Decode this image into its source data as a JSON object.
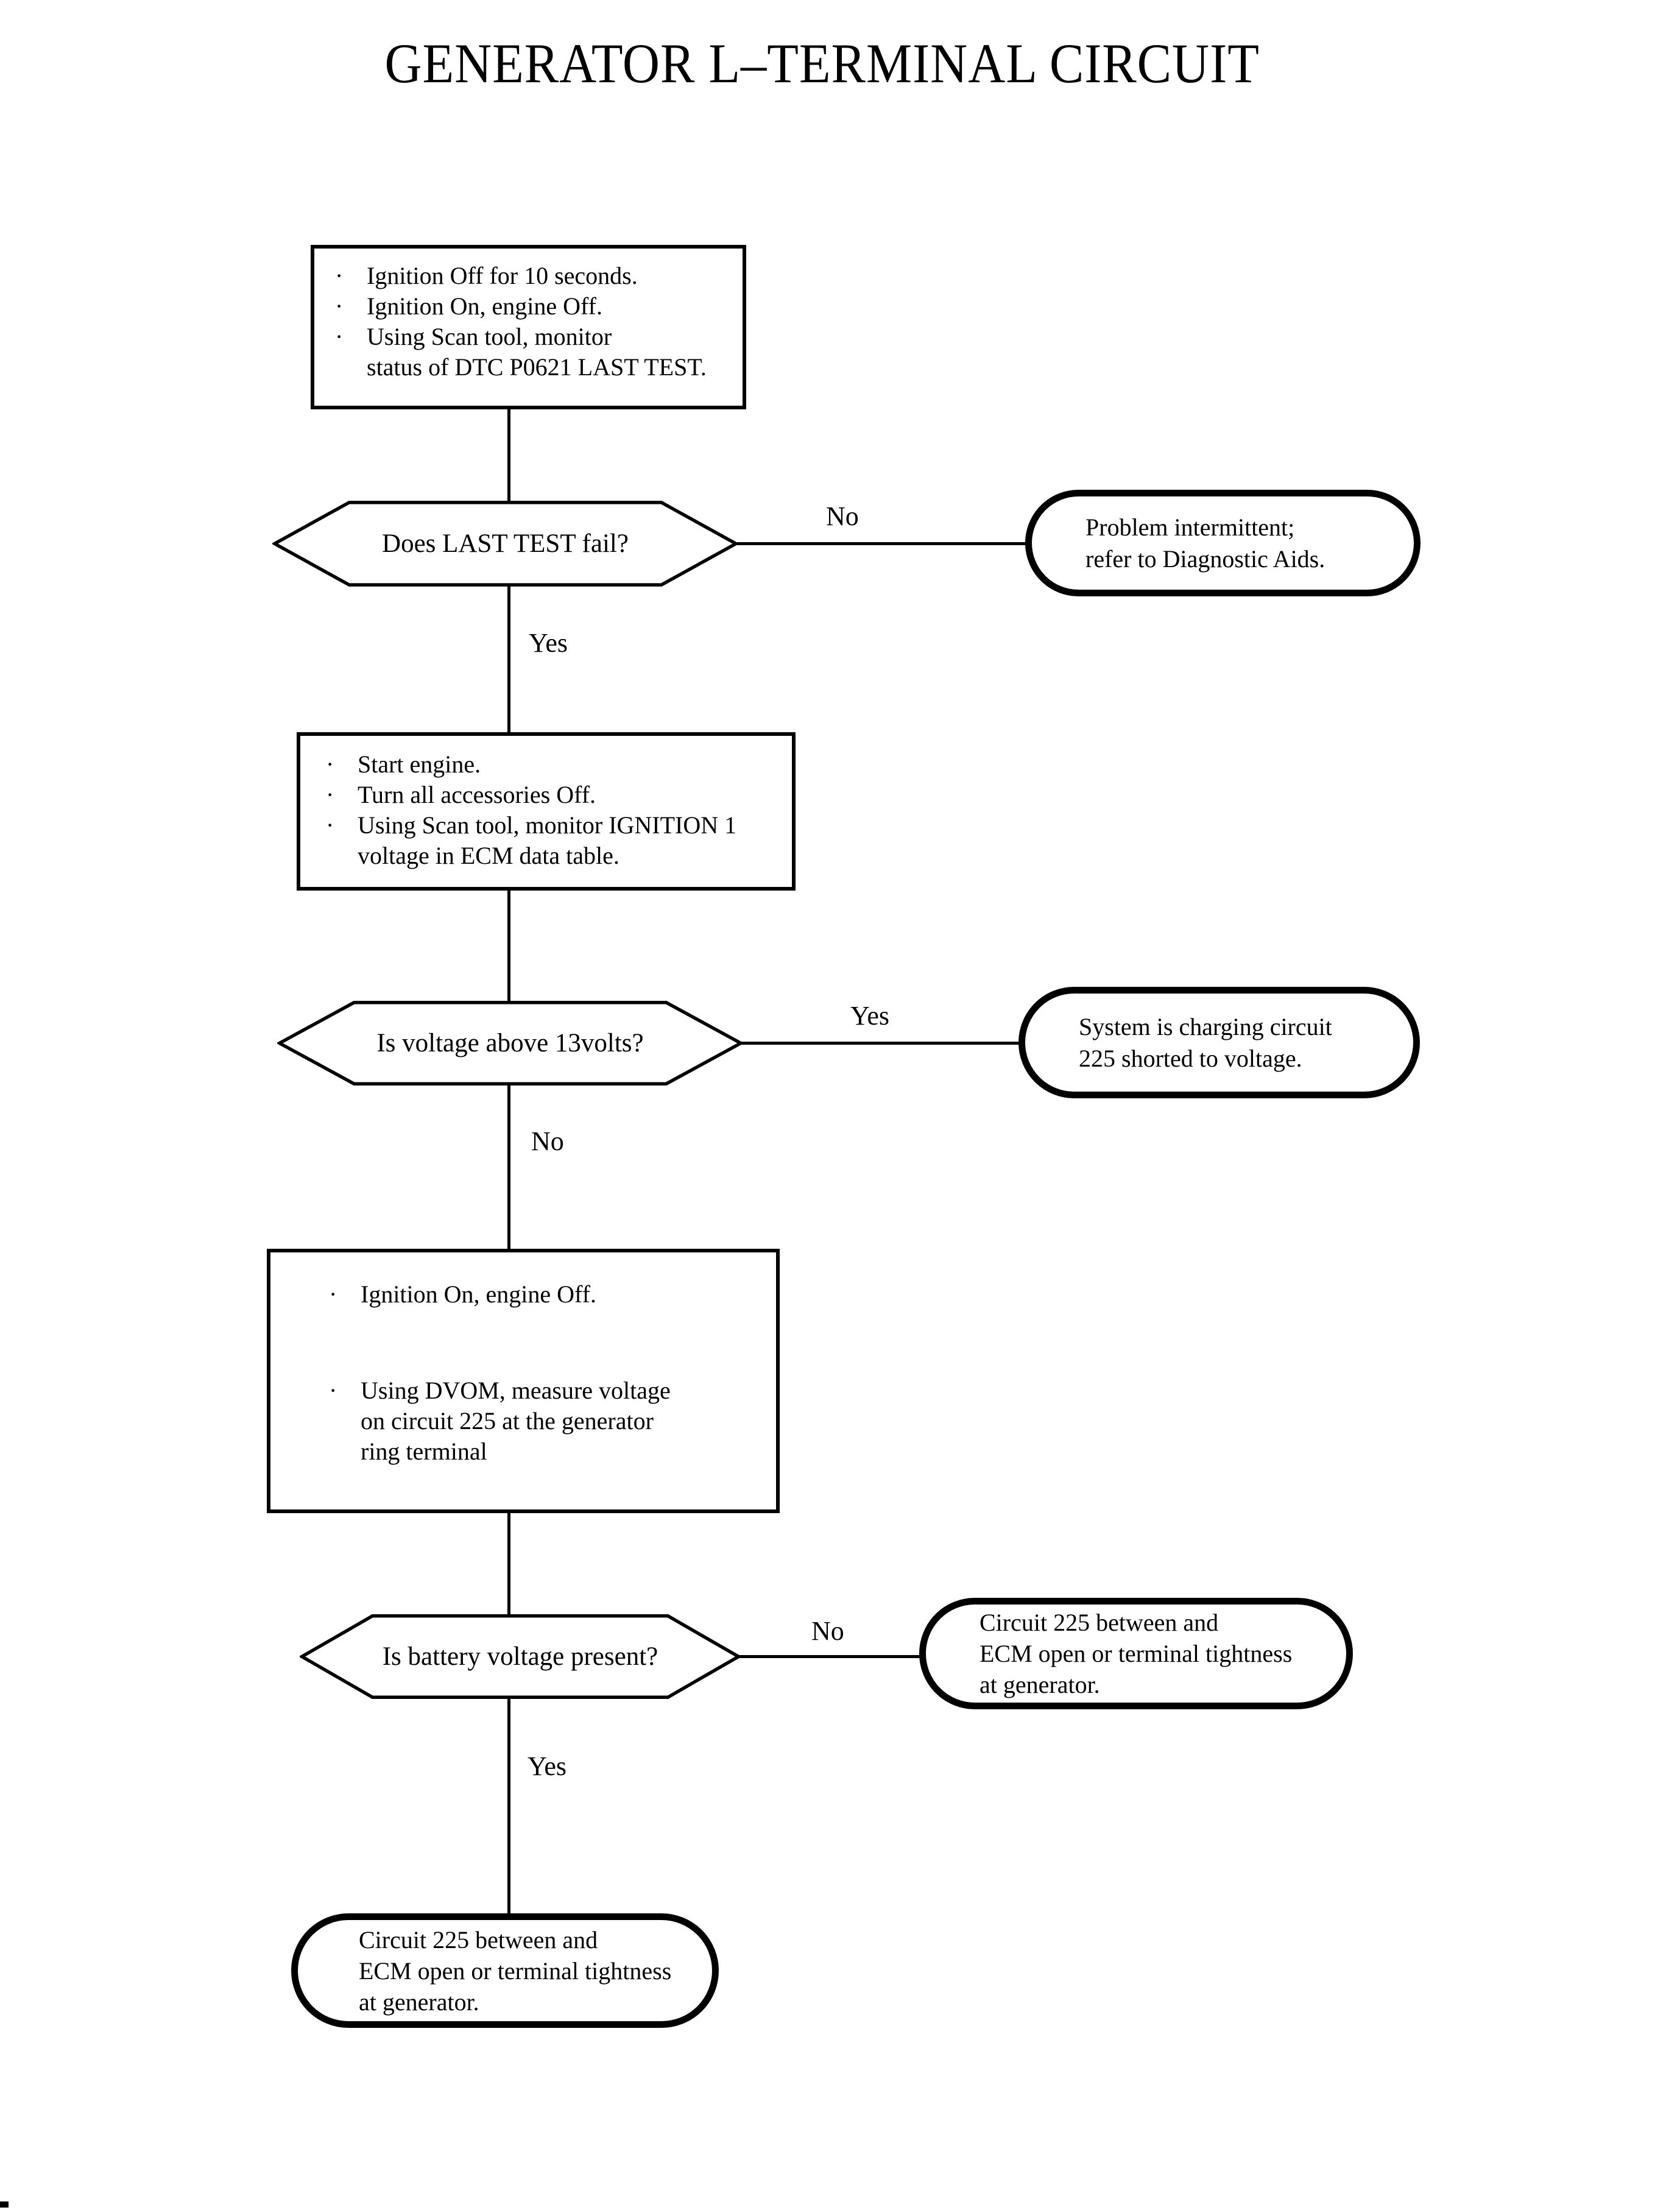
{
  "title": "GENERATOR L–TERMINAL CIRCUIT",
  "bullet_glyph": "·",
  "nodes": {
    "scan_test": {
      "lines": [
        "Ignition Off for 10 seconds.",
        "Ignition On, engine Off.",
        "Using Scan tool, monitor",
        "status of DTC P0621 LAST TEST."
      ]
    },
    "last_test": {
      "question": "Does LAST TEST fail?"
    },
    "problem_intermittent": {
      "lines": [
        "Problem intermittent;",
        "refer to Diagnostic Aids."
      ]
    },
    "ignition1_voltage": {
      "lines": [
        "Start engine.",
        "Turn all accessories Off.",
        "Using Scan tool, monitor IGNITION 1",
        "voltage in ECM data table."
      ]
    },
    "voltage_above_13": {
      "question": "Is voltage above 13volts?"
    },
    "charging_shorted": {
      "lines": [
        "System is charging circuit",
        "225 shorted to voltage."
      ]
    },
    "dvom_measure": {
      "lines_a": [
        "Ignition On, engine Off."
      ],
      "lines_b": [
        "Using DVOM, measure voltage",
        "on circuit 225 at the generator",
        "ring terminal"
      ]
    },
    "battery_voltage": {
      "question": "Is battery voltage present?"
    },
    "circuit_open_right": {
      "lines": [
        "Circuit 225 between and",
        "ECM open or terminal tightness",
        "at generator."
      ]
    },
    "circuit_open_bottom": {
      "lines": [
        "Circuit 225 between and",
        "ECM open or terminal tightness",
        "at generator."
      ]
    }
  },
  "edge_labels": {
    "last_test_no": "No",
    "last_test_yes": "Yes",
    "voltage_yes": "Yes",
    "voltage_no": "No",
    "battery_no": "No",
    "battery_yes": "Yes"
  }
}
